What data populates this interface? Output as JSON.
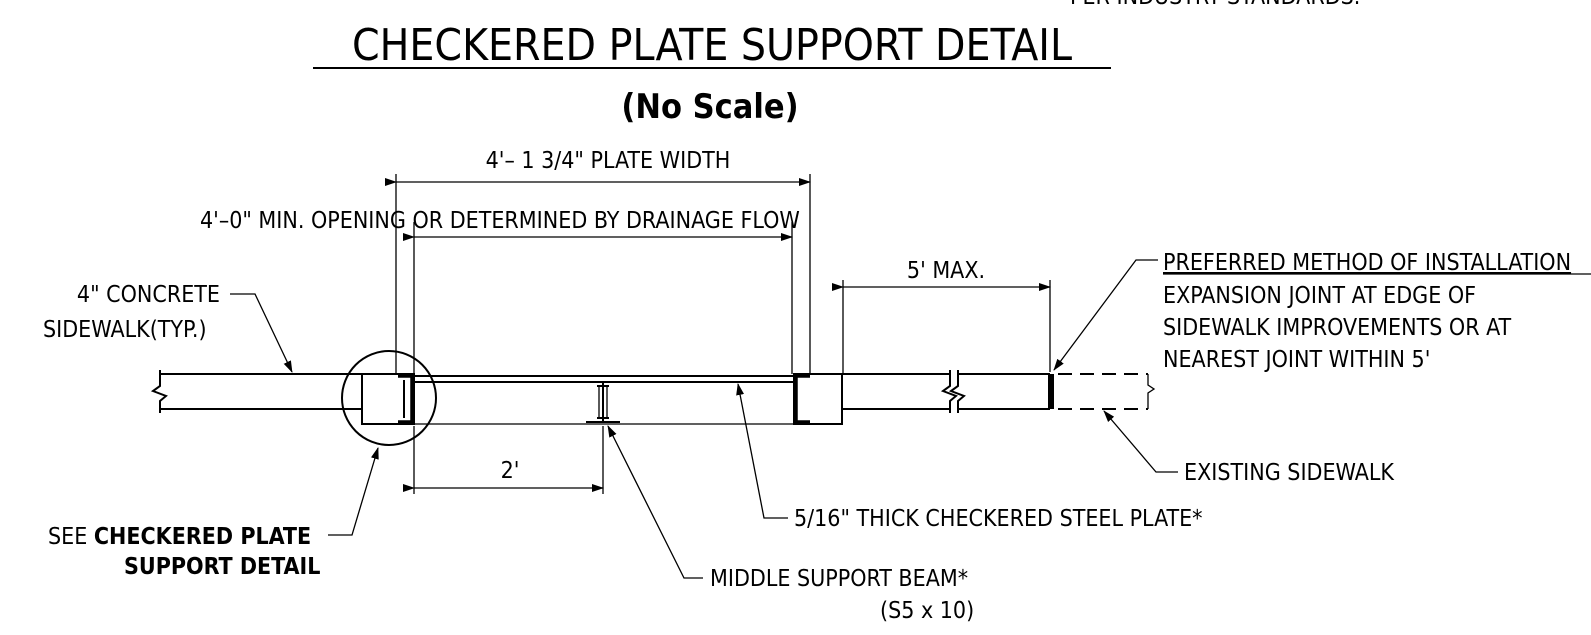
{
  "header": {
    "top_cut_text": "PER INDUSTRY STANDARDS.",
    "title": "CHECKERED PLATE SUPPORT DETAIL",
    "subtitle": "(No Scale)"
  },
  "dimensions": {
    "plate_width": "4'– 1 3/4\" PLATE WIDTH",
    "opening": "4'–0\" MIN. OPENING OR DETERMINED BY DRAINAGE FLOW",
    "max_spacing": "5' MAX.",
    "beam_offset": "2'"
  },
  "labels": {
    "sidewalk_line1": "4\" CONCRETE",
    "sidewalk_line2": "SIDEWALK(TYP.)",
    "see_prefix": "SEE ",
    "see_bold1": "CHECKERED PLATE",
    "see_bold2": "SUPPORT DETAIL",
    "beam_line1": "MIDDLE SUPPORT BEAM*",
    "beam_line2": "(S5 x 10)",
    "plate": "5/16\" THICK CHECKERED STEEL PLATE*",
    "existing": "EXISTING SIDEWALK",
    "preferred_line1": "PREFERRED METHOD OF INSTALLATION",
    "preferred_line2": "EXPANSION JOINT AT EDGE OF",
    "preferred_line3": "SIDEWALK IMPROVEMENTS OR AT",
    "preferred_line4": "NEAREST JOINT WITHIN 5'"
  }
}
